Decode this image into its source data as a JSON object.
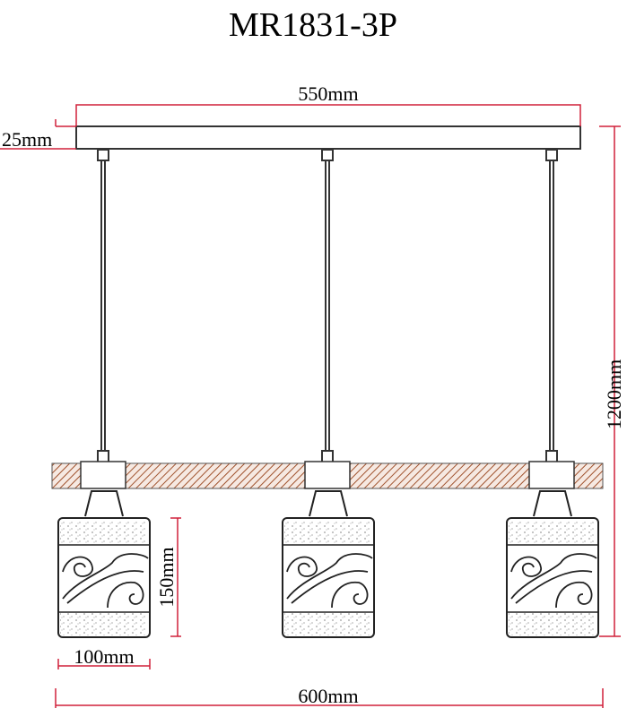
{
  "title": "MR1831-3P",
  "dimensions": {
    "canopy_width": "550mm",
    "canopy_height": "25mm",
    "total_height": "1200mm",
    "shade_height": "150mm",
    "shade_width": "100mm",
    "total_width": "600mm"
  },
  "colors": {
    "dimension_line": "#d0213a",
    "hatch": "#a0522d",
    "outline": "#222222"
  }
}
